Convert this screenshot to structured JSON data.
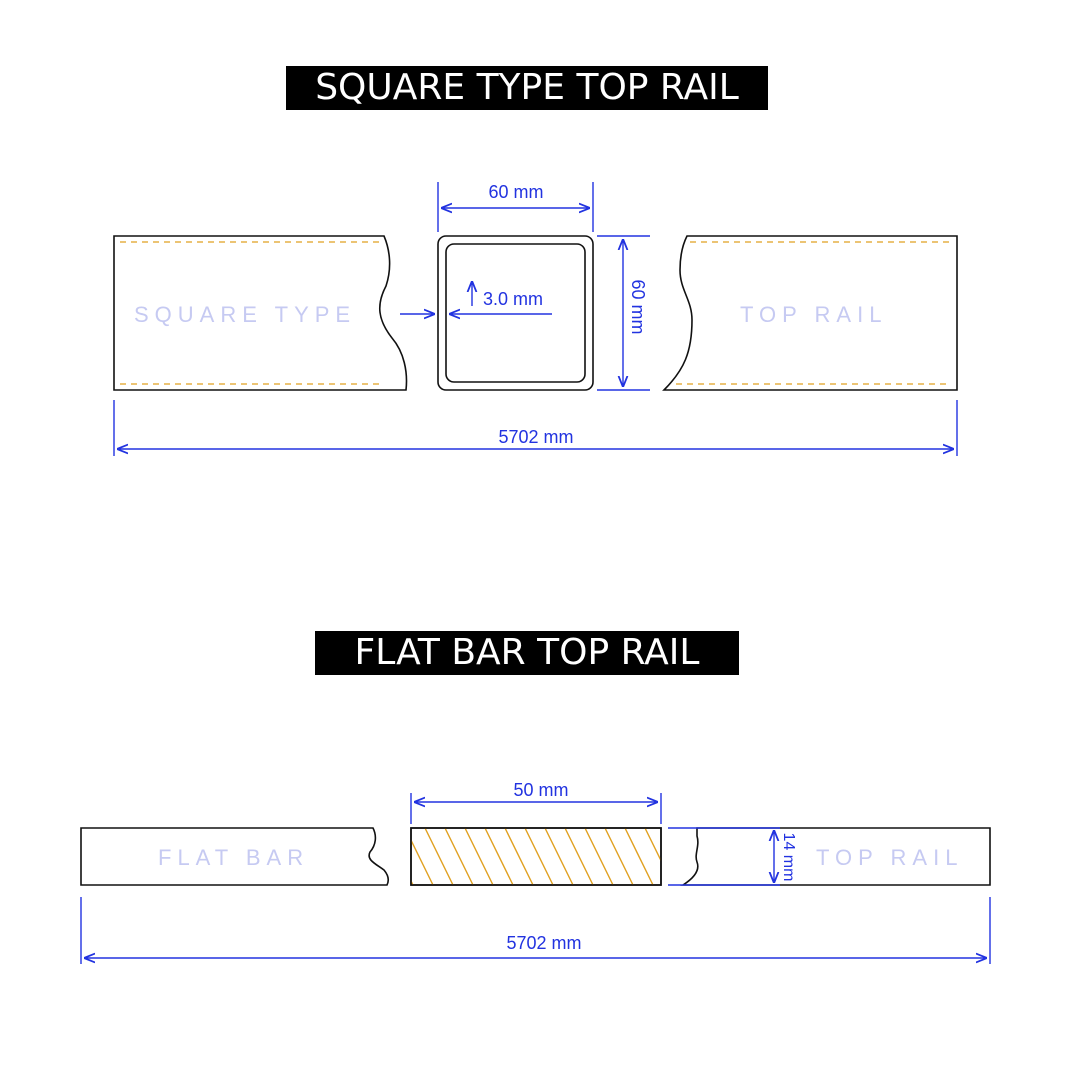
{
  "square_section": {
    "title": "SQUARE TYPE TOP RAIL",
    "left_label": "SQUARE TYPE",
    "right_label": "TOP RAIL",
    "width_dim": "60 mm",
    "height_dim": "60 mm",
    "thickness_dim": "3.0 mm",
    "length_dim": "5702 mm"
  },
  "flat_section": {
    "title": "FLAT BAR TOP RAIL",
    "left_label": "FLAT BAR",
    "right_label": "TOP RAIL",
    "width_dim": "50 mm",
    "thickness_dim": "14 mm",
    "length_dim": "5702 mm"
  },
  "colors": {
    "dimension": "#2233e0",
    "outline": "#111111",
    "hatch": "#e0a020",
    "ghost_text": "#c6caf2",
    "banner": "#000000"
  }
}
